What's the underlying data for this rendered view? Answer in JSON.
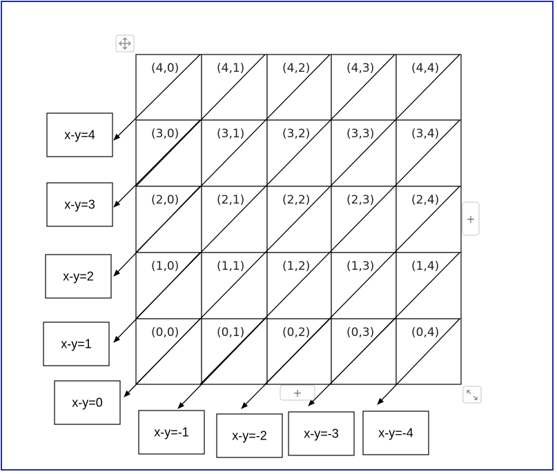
{
  "grid": {
    "rows": 5,
    "cols": 5,
    "coord_labels": [
      [
        "(4,0)",
        "(4,1)",
        "(4,2)",
        "(4,3)",
        "(4,4)"
      ],
      [
        "(3,0)",
        "(3,1)",
        "(3,2)",
        "(3,3)",
        "(3,4)"
      ],
      [
        "(2,0)",
        "(2,1)",
        "(2,2)",
        "(2,3)",
        "(2,4)"
      ],
      [
        "(1,0)",
        "(1,1)",
        "(1,2)",
        "(1,3)",
        "(1,4)"
      ],
      [
        "(0,0)",
        "(0,1)",
        "(0,2)",
        "(0,3)",
        "(0,4)"
      ]
    ]
  },
  "diagonal_labels": {
    "left": [
      "x-y=4",
      "x-y=3",
      "x-y=2",
      "x-y=1"
    ],
    "bottom": [
      "x-y=0",
      "x-y=-1",
      "x-y=-2",
      "x-y=-3",
      "x-y=-4"
    ]
  },
  "controls": {
    "add_column_label": "+",
    "add_row_label": "+",
    "move_icon": "move-icon",
    "resize_icon": "resize-icon"
  },
  "colors": {
    "frame_border": "#1f2f9e",
    "grid_stroke": "#000000"
  }
}
